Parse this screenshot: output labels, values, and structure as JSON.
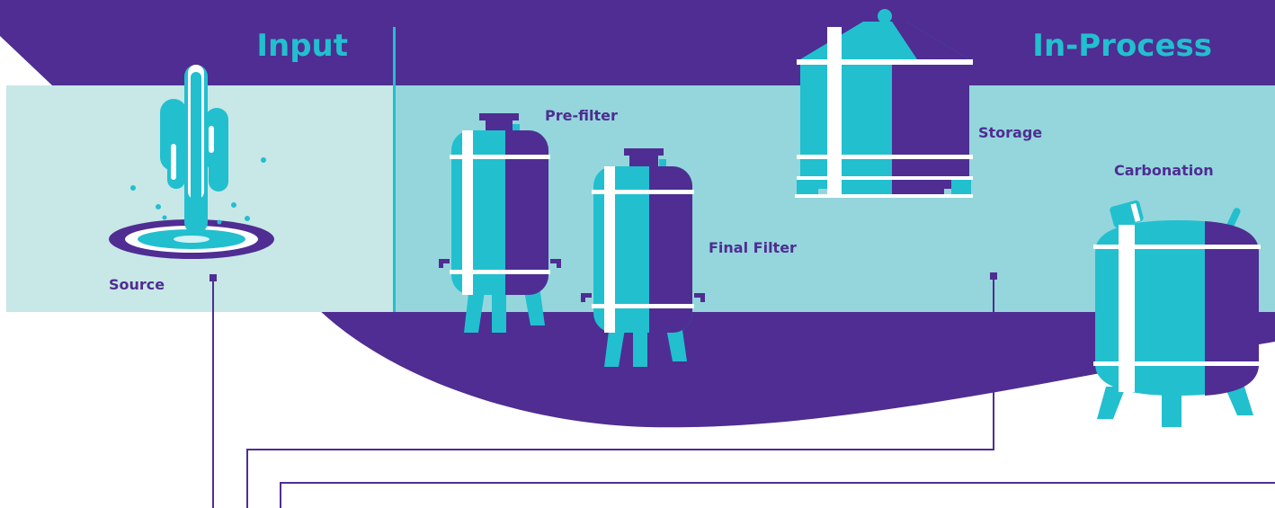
{
  "sections": {
    "input": "Input",
    "in_process": "In-Process"
  },
  "stages": {
    "source": "Source",
    "pre_filter": "Pre-filter",
    "final_filter": "Final Filter",
    "storage": "Storage",
    "carbonation": "Carbonation"
  },
  "colors": {
    "purple": "#4f2d92",
    "cyan": "#22bfcf",
    "light_band": "#c8e7e7",
    "mid_band": "#94d6dc",
    "white": "#ffffff"
  }
}
